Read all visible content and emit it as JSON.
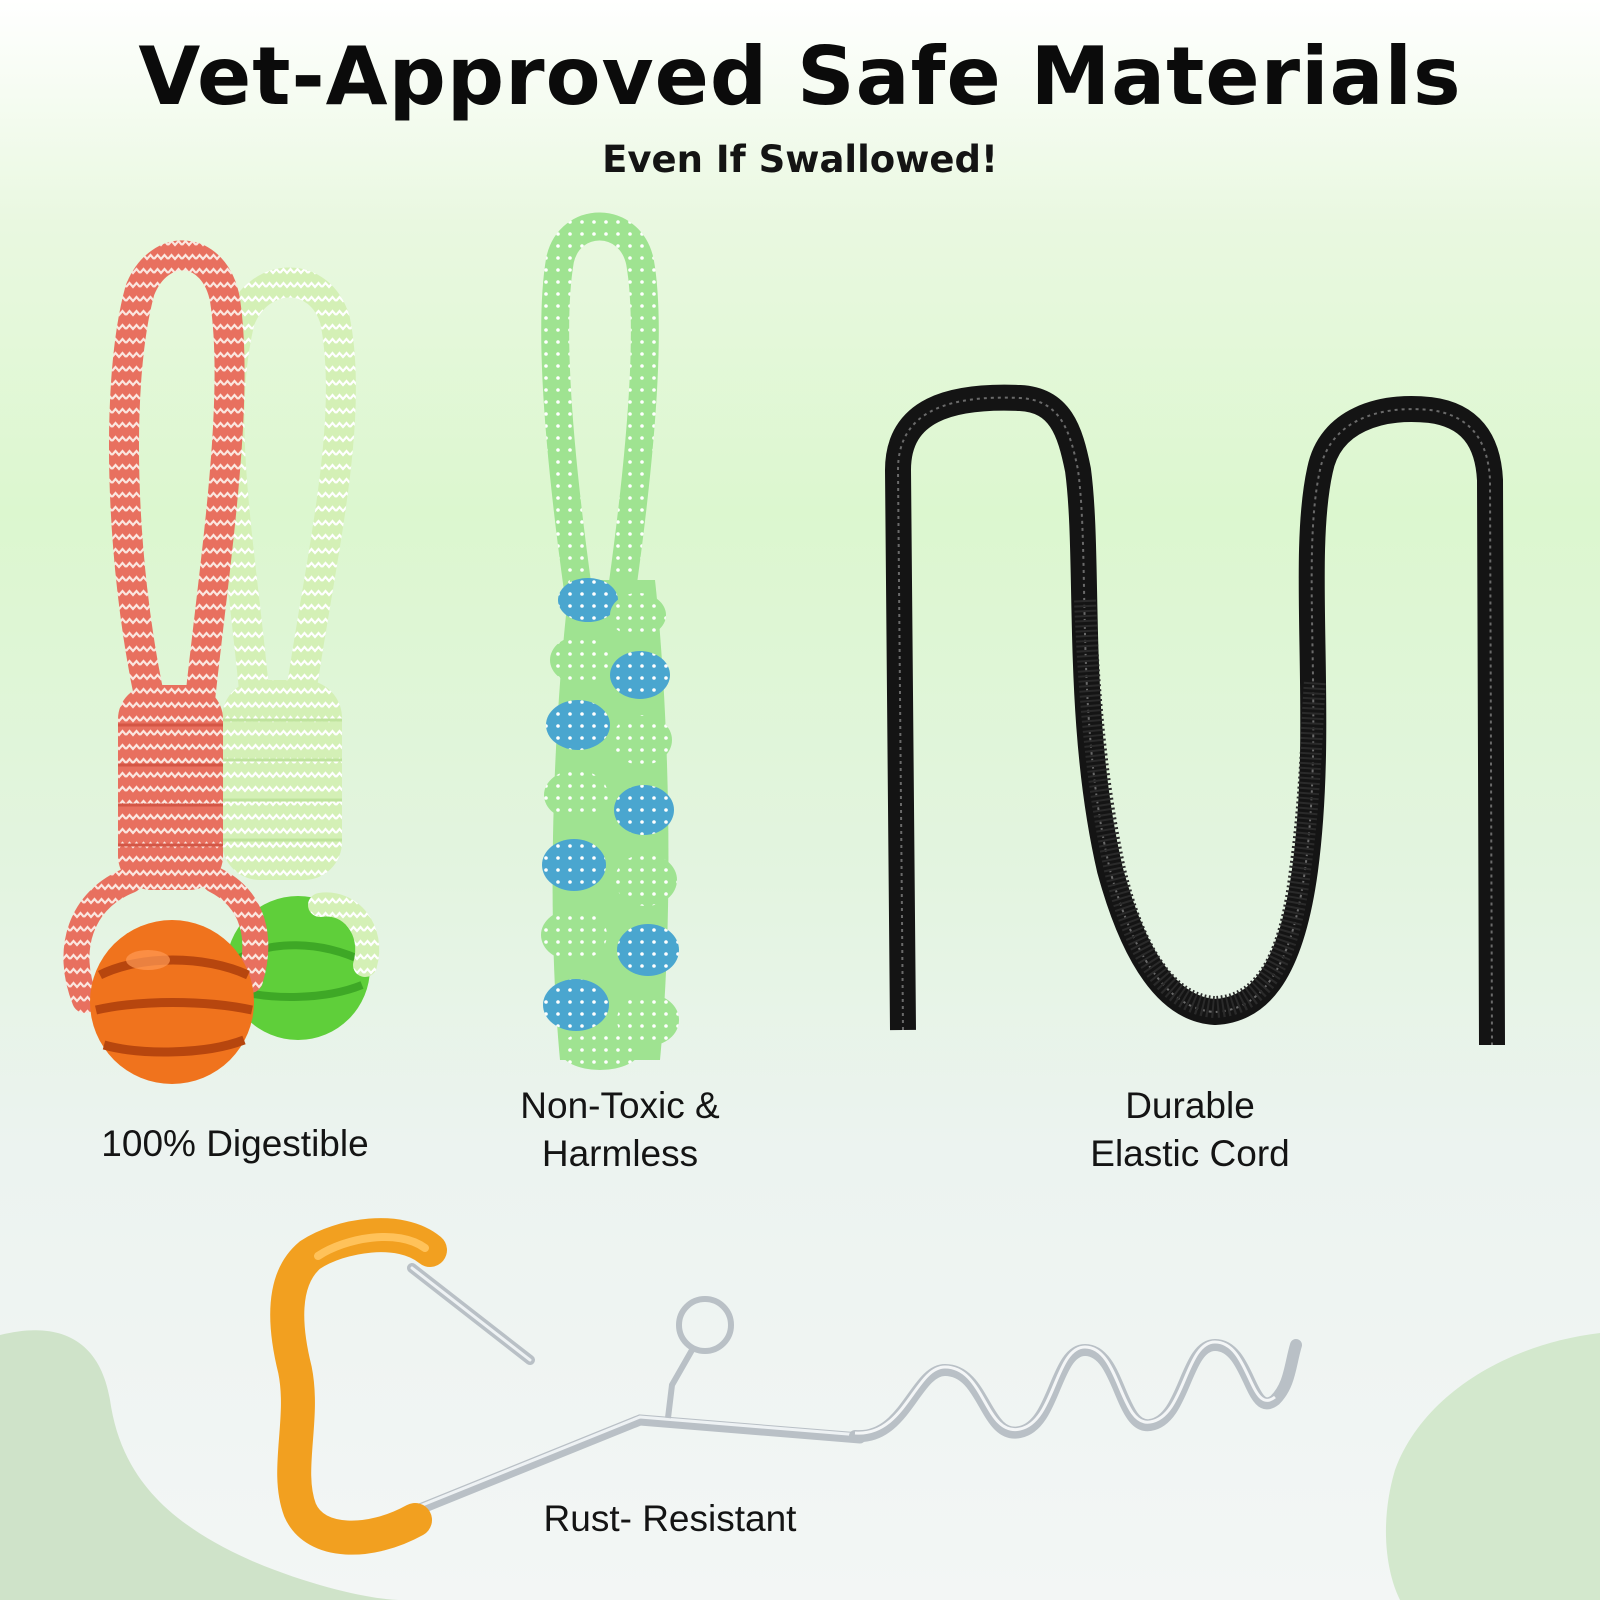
{
  "header": {
    "title": "Vet-Approved Safe Materials",
    "subtitle": "Even If Swallowed!"
  },
  "features": [
    {
      "lines": [
        "100% Digestible"
      ],
      "icon": "rope-ball-toys-icon"
    },
    {
      "lines": [
        "Non-Toxic &",
        "Harmless"
      ],
      "icon": "braided-rope-toy-icon"
    },
    {
      "lines": [
        "Durable",
        "Elastic Cord"
      ],
      "icon": "elastic-cord-icon"
    },
    {
      "lines": [
        "Rust- Resistant"
      ],
      "icon": "tie-out-stake-icon"
    }
  ],
  "colors": {
    "rope_red": "#e8705f",
    "rope_light_green": "#d6f2b8",
    "rope_green": "#9be08e",
    "rope_blue": "#4fa8cc",
    "ball_orange": "#f0731d",
    "ball_green": "#5fd03a",
    "cord_black": "#141414",
    "handle_orange": "#f2a020",
    "steel": "#bfc6cc"
  }
}
